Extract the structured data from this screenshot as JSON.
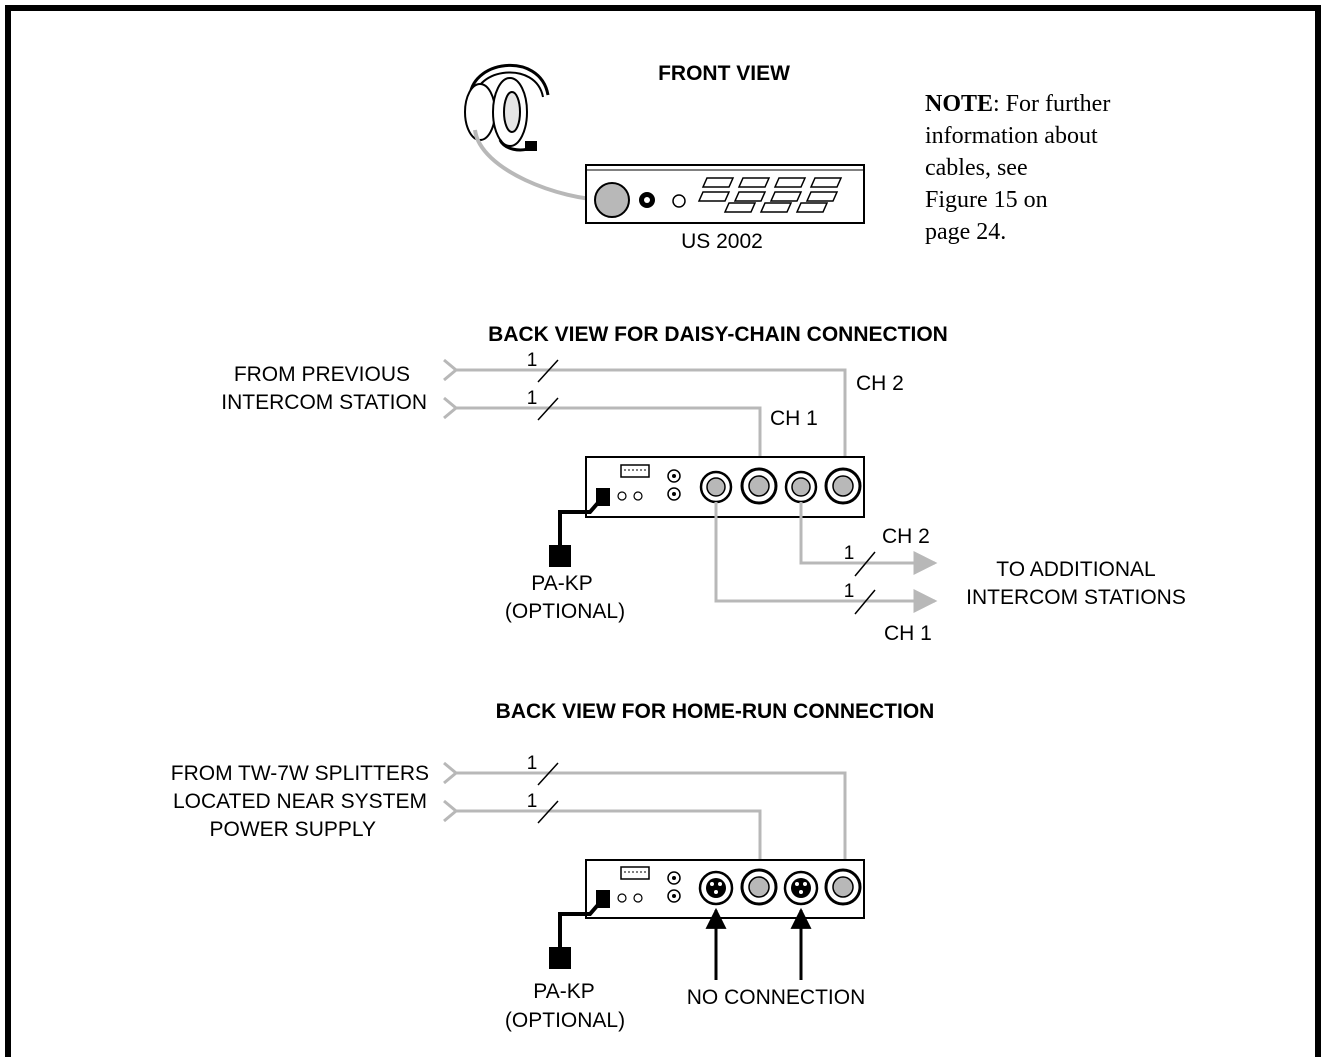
{
  "front": {
    "title": "FRONT VIEW",
    "unit_label": "US 2002"
  },
  "note": {
    "heading": "NOTE",
    "line1": ": For further",
    "line2": "information about",
    "line3": "cables, see",
    "line4": "Figure 15 on",
    "line5": "page 24."
  },
  "daisy": {
    "title": "BACK VIEW FOR DAISY-CHAIN CONNECTION",
    "from_line1": "FROM PREVIOUS",
    "from_line2": "INTERCOM STATION",
    "cable_count_top": "1",
    "cable_count_second": "1",
    "ch2_in": "CH 2",
    "ch1_in": "CH 1",
    "ch2_out": "CH 2",
    "ch1_out": "CH 1",
    "count_out_ch2": "1",
    "count_out_ch1": "1",
    "to_line1": "TO ADDITIONAL",
    "to_line2": "INTERCOM STATIONS",
    "pakp": "PA-KP",
    "optional": "(OPTIONAL)"
  },
  "homerun": {
    "title": "BACK VIEW FOR HOME-RUN CONNECTION",
    "from_line1": "FROM TW-7W SPLITTERS",
    "from_line2": "LOCATED NEAR SYSTEM",
    "from_line3": "POWER SUPPLY",
    "cable_count_top": "1",
    "cable_count_second": "1",
    "no_connection": "NO CONNECTION",
    "pakp": "PA-KP",
    "optional": "(OPTIONAL)"
  },
  "colors": {
    "line": "#000000",
    "cable": "#b8b8b8"
  }
}
